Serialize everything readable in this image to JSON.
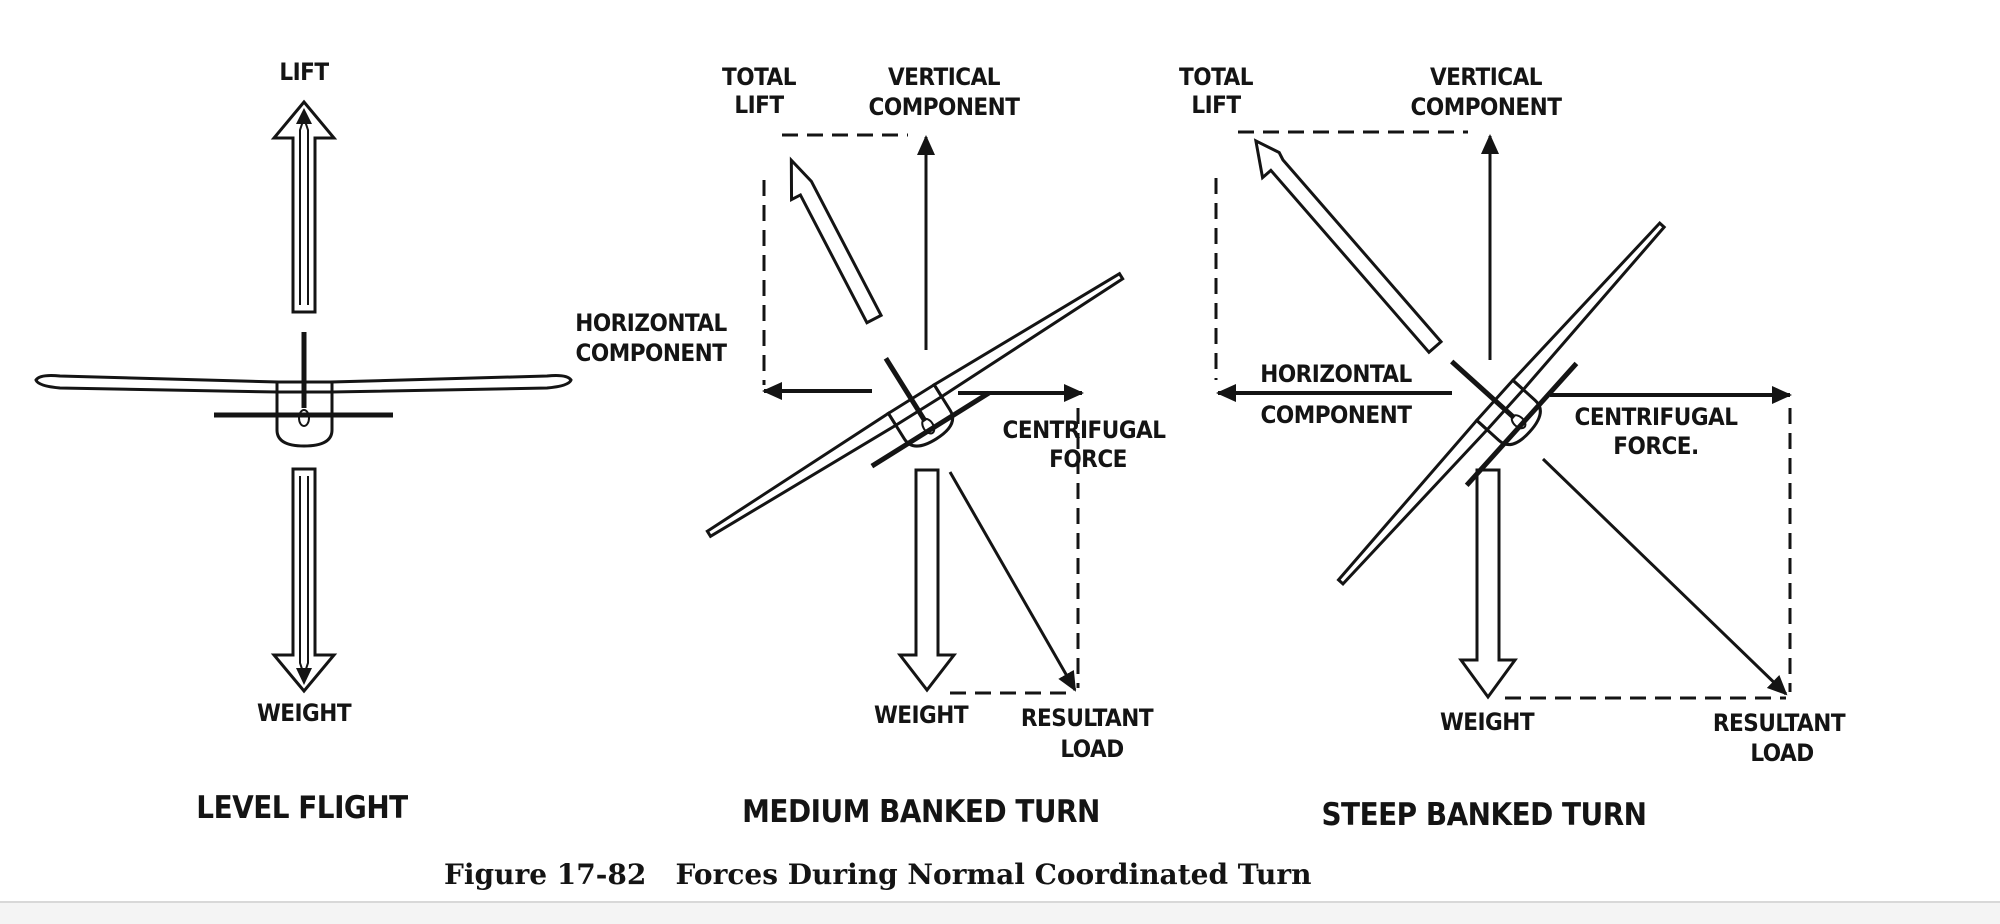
{
  "figure": {
    "caption": "Figure 17-82   Forces During Normal Coordinated Turn",
    "panels": [
      {
        "title": "LEVEL FLIGHT",
        "labels": {
          "lift": "LIFT",
          "weight": "WEIGHT"
        }
      },
      {
        "title": "MEDIUM BANKED TURN",
        "labels": {
          "total_lift": [
            "TOTAL",
            "LIFT"
          ],
          "vertical_component": [
            "VERTICAL",
            "COMPONENT"
          ],
          "horizontal_component": [
            "HORIZONTAL",
            "COMPONENT"
          ],
          "centrifugal_force": [
            "CENTRIFUGAL",
            "FORCE"
          ],
          "weight": "WEIGHT",
          "resultant_load": [
            "RESULTANT",
            "LOAD"
          ]
        }
      },
      {
        "title": "STEEP BANKED TURN",
        "labels": {
          "total_lift": [
            "TOTAL",
            "LIFT"
          ],
          "vertical_component": [
            "VERTICAL",
            "COMPONENT"
          ],
          "horizontal_component": [
            "HORIZONTAL",
            "COMPONENT"
          ],
          "centrifugal_force": [
            "CENTRIFUGAL",
            "FORCE."
          ],
          "weight": "WEIGHT",
          "resultant_load": [
            "RESULTANT",
            "LOAD"
          ]
        }
      }
    ]
  },
  "colors": {
    "ink": "#141414",
    "background": "#ffffff",
    "footer": "#f4f4f4"
  }
}
